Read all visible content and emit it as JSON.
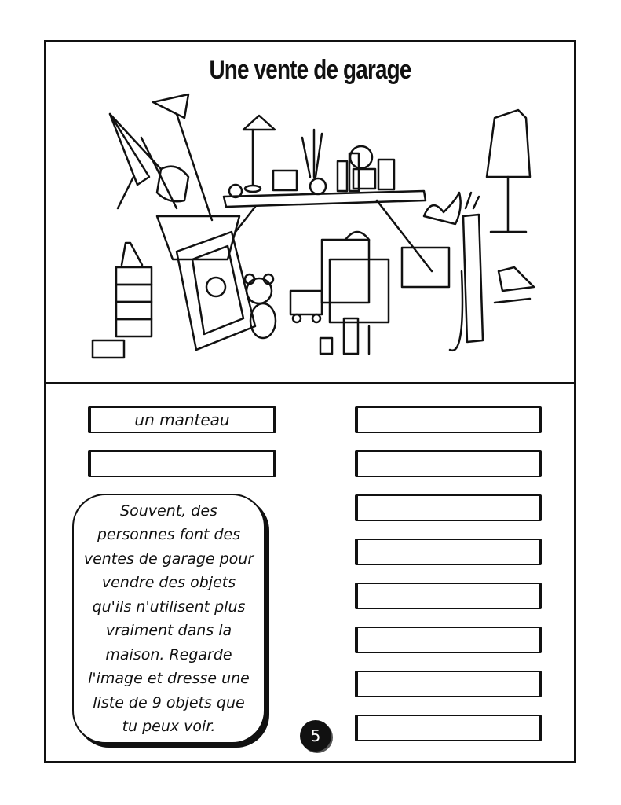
{
  "title": "Une vente de garage",
  "answers_left": [
    "un manteau",
    ""
  ],
  "answers_right": [
    "",
    "",
    "",
    "",
    "",
    "",
    "",
    ""
  ],
  "instructions_lines": [
    "Souvent, des",
    "personnes font des",
    "ventes de garage pour",
    "vendre des objets",
    "qu'ils n'utilisent plus",
    "vraiment dans la",
    "maison. Regarde",
    "l'image et dresse une",
    "liste de 9 objets que",
    "tu peux voir."
  ],
  "page_number": "5"
}
